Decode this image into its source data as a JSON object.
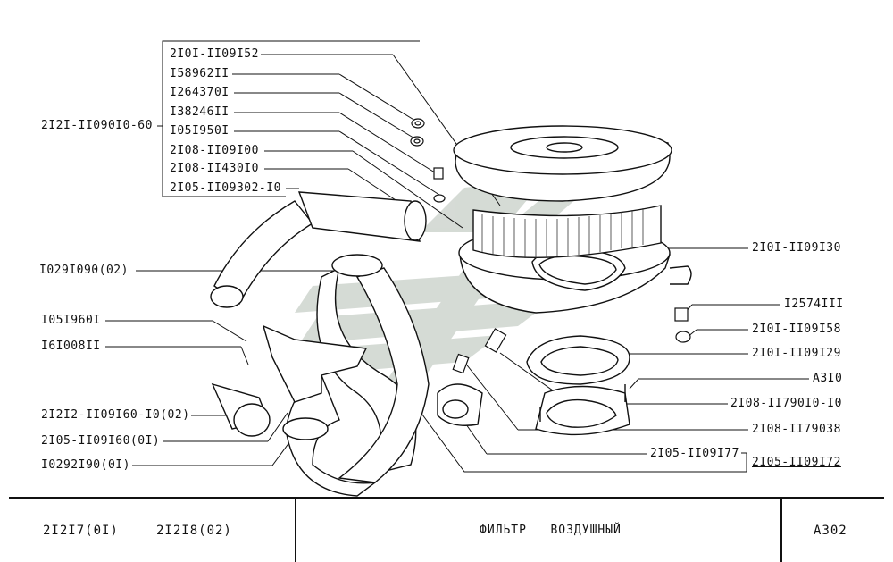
{
  "labels": {
    "group_code": "2I2I-II090I0-60",
    "bracket_group": [
      "2I0I-II09I52",
      "I58962II",
      "I264370I",
      "I38246II",
      "I05I950I",
      "2I08-II09I00",
      "2I08-II430I0",
      "2I05-II09302-I0"
    ],
    "left": [
      "I029I090(02)",
      "I05I960I",
      "I6I008II",
      "2I2I2-II09I60-I0(02)",
      "2I05-II09I60(0I)",
      "I0292I90(0I)"
    ],
    "right": [
      "2I0I-II09I30",
      "I2574III",
      "2I0I-II09I58",
      "2I0I-II09I29",
      "A3I0",
      "2I08-II790I0-I0",
      "2I08-II79038",
      "2I05-II09I77",
      "2I05-II09I72"
    ]
  },
  "footer": {
    "model_a": "2I2I7(0I)",
    "model_b": "2I2I8(02)",
    "title": "ФИЛЬТР   ВОЗДУШНЫЙ",
    "page": "A302"
  }
}
